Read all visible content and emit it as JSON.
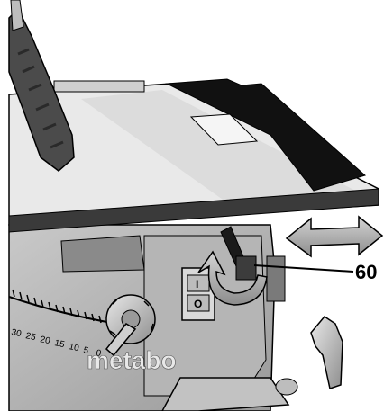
{
  "brand": {
    "logo_text": "metabo"
  },
  "scale": {
    "ticks": [
      "30",
      "25",
      "20",
      "15",
      "10",
      "5",
      "0"
    ]
  },
  "switch": {
    "on_label": "I",
    "off_label": "O"
  },
  "callout": {
    "number": "60"
  },
  "colors": {
    "ink": "#000000",
    "light_gray": "#e6e6e6",
    "mid_gray": "#a8a8a8",
    "dark_gray": "#5a5a5a",
    "arrow_fill": "#b8b8b8"
  }
}
